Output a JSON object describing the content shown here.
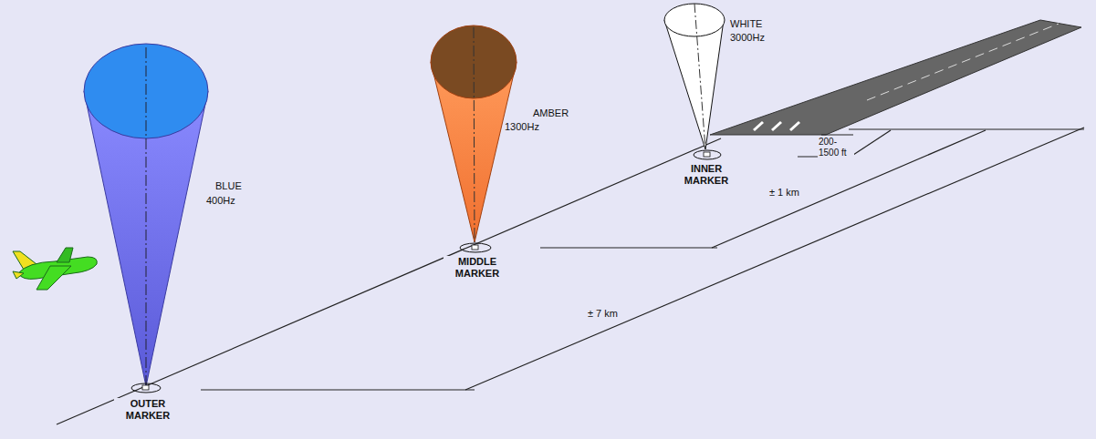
{
  "diagram": {
    "labels": [
      "BLUE",
      "400Hz",
      "AMBER",
      "1300Hz",
      "WHITE",
      "3000Hz",
      "OUTER MARKER",
      "MIDDLE MARKER",
      "INNER MARKER",
      "200- 1500 ft",
      "± 1 km",
      "± 7 km"
    ]
  }
}
